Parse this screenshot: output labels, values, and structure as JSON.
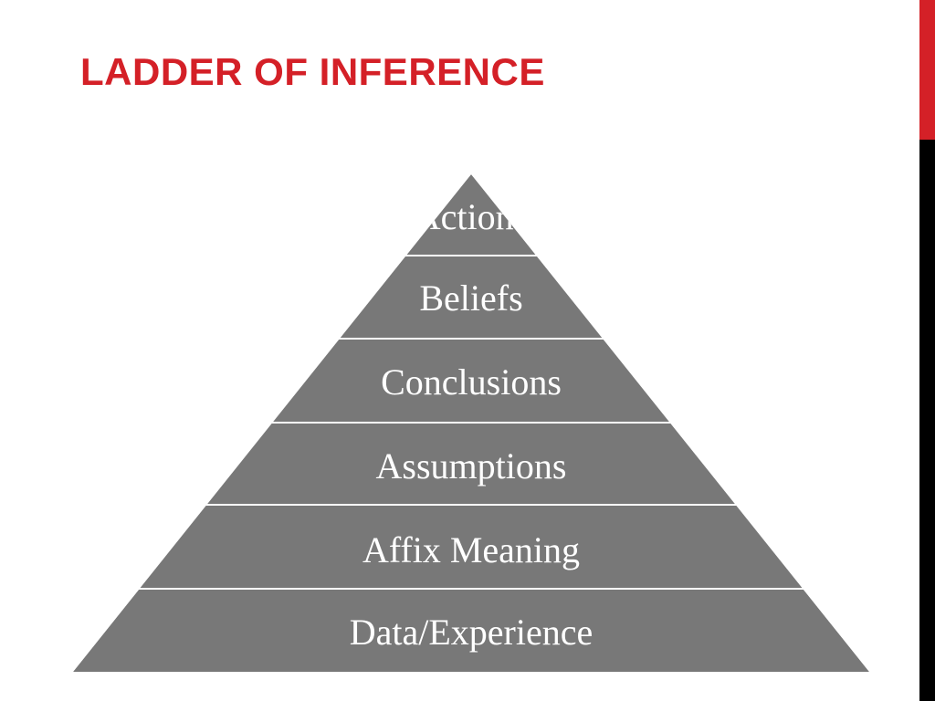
{
  "slide": {
    "title": "LADDER OF INFERENCE"
  },
  "pyramid": {
    "levels": [
      {
        "label": "Actions"
      },
      {
        "label": "Beliefs"
      },
      {
        "label": "Conclusions"
      },
      {
        "label": "Assumptions"
      },
      {
        "label": "Affix Meaning"
      },
      {
        "label": "Data/Experience"
      }
    ]
  },
  "colors": {
    "accent": "#d42027",
    "level_fill": "#787878",
    "level_text": "#ffffff",
    "edge_bar": "#000000"
  }
}
